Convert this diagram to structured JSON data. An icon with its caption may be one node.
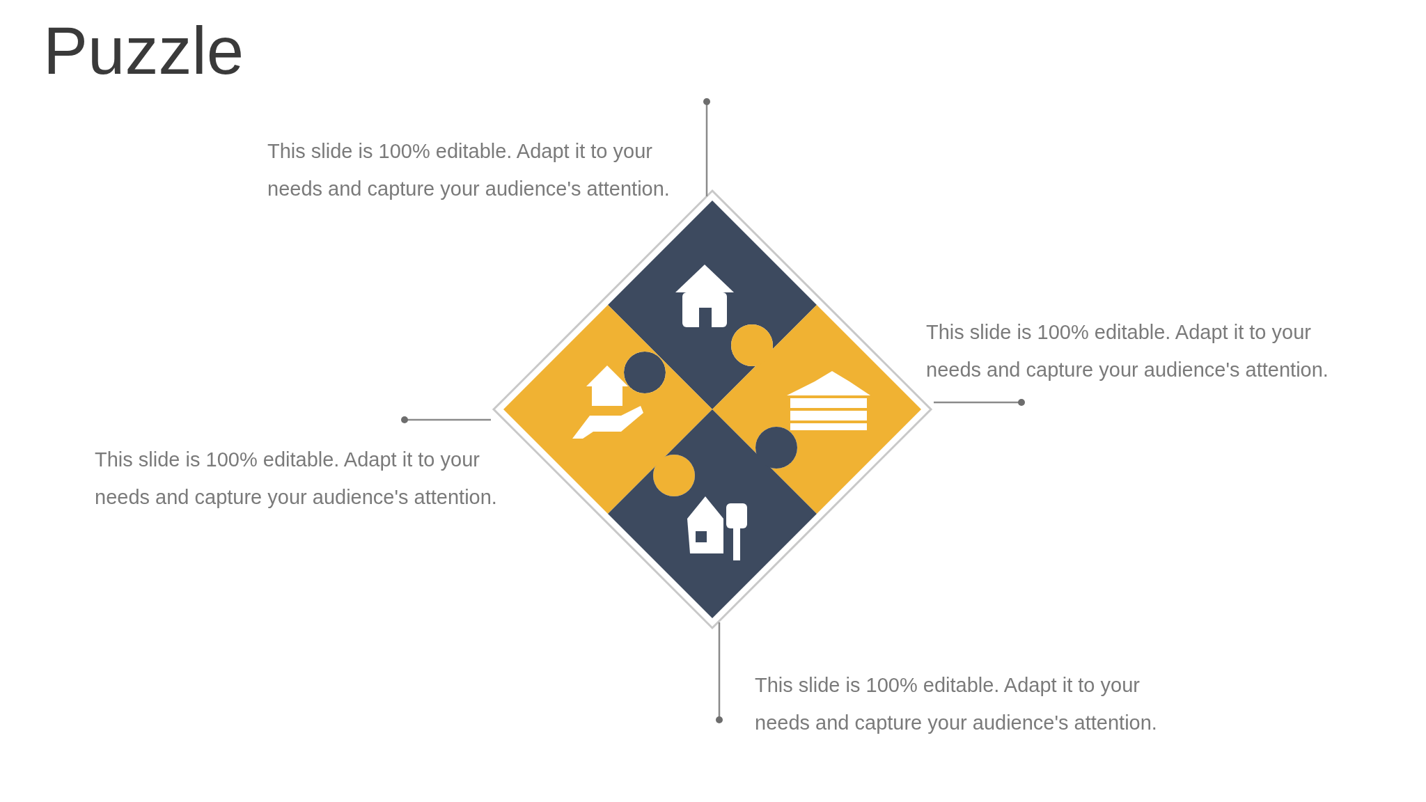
{
  "diagram": {
    "title": "Puzzle",
    "nodes": [
      {
        "text": [
          "This slide is 100% editable. Adapt it to your needs and capture your audience's attention."
        ]
      },
      {
        "text": [
          "This slide is 100% editable. Adapt it to your needs and capture your audience's attention."
        ]
      },
      {
        "text": [
          "This slide is 100% editable. Adapt it to your needs and capture your audience's attention."
        ]
      },
      {
        "text": [
          "This slide is 100% editable. Adapt it to your needs and capture your audience's attention."
        ]
      },
      {
        "text": [],
        "shape": "diamond"
      },
      {
        "text": [],
        "shape": "diamond",
        "in": 4
      },
      {
        "text": [],
        "shape": "diamond",
        "in": 4
      },
      {
        "text": [],
        "shape": "diamond",
        "in": 4
      },
      {
        "text": [],
        "shape": "diamond",
        "in": 4
      }
    ],
    "edges": [
      {
        "from": 0,
        "to": 4,
        "arrow": "other"
      },
      {
        "from": 1,
        "to": 4,
        "arrow": "other"
      },
      {
        "from": 2,
        "to": 4,
        "arrow": "other"
      },
      {
        "from": 3,
        "to": 4,
        "arrow": "other"
      }
    ]
  }
}
